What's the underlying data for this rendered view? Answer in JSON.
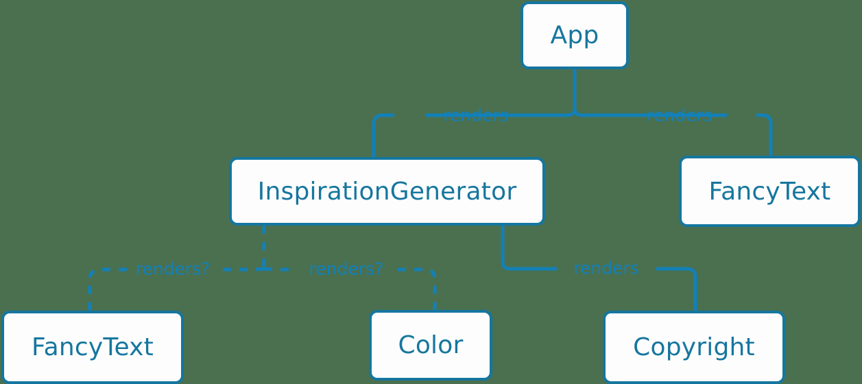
{
  "diagram": {
    "type": "component-tree",
    "background_color": "#4a7050",
    "node_fill": "#fdfdfd",
    "node_border_color": "#15769f",
    "node_text_color": "#16769e",
    "edge_color": "#1380b8",
    "edge_label_color": "#1380b8",
    "nodes": [
      {
        "id": "app",
        "label": "App"
      },
      {
        "id": "inspirationgenerator",
        "label": "InspirationGenerator"
      },
      {
        "id": "fancytext-right",
        "label": "FancyText"
      },
      {
        "id": "fancytext-bottom",
        "label": "FancyText"
      },
      {
        "id": "color",
        "label": "Color"
      },
      {
        "id": "copyright",
        "label": "Copyright"
      }
    ],
    "edges": [
      {
        "from": "app",
        "to": "inspirationgenerator",
        "label": "renders",
        "style": "solid"
      },
      {
        "from": "app",
        "to": "fancytext-right",
        "label": "renders",
        "style": "solid"
      },
      {
        "from": "inspirationgenerator",
        "to": "fancytext-bottom",
        "label": "renders?",
        "style": "dashed"
      },
      {
        "from": "inspirationgenerator",
        "to": "color",
        "label": "renders?",
        "style": "dashed"
      },
      {
        "from": "inspirationgenerator",
        "to": "copyright",
        "label": "renders",
        "style": "solid"
      }
    ],
    "edge_labels": {
      "app_to_inspirationgenerator": "renders",
      "app_to_fancytext": "renders",
      "inspirationgenerator_to_fancytext": "renders?",
      "inspirationgenerator_to_color": "renders?",
      "inspirationgenerator_to_copyright": "renders"
    }
  }
}
